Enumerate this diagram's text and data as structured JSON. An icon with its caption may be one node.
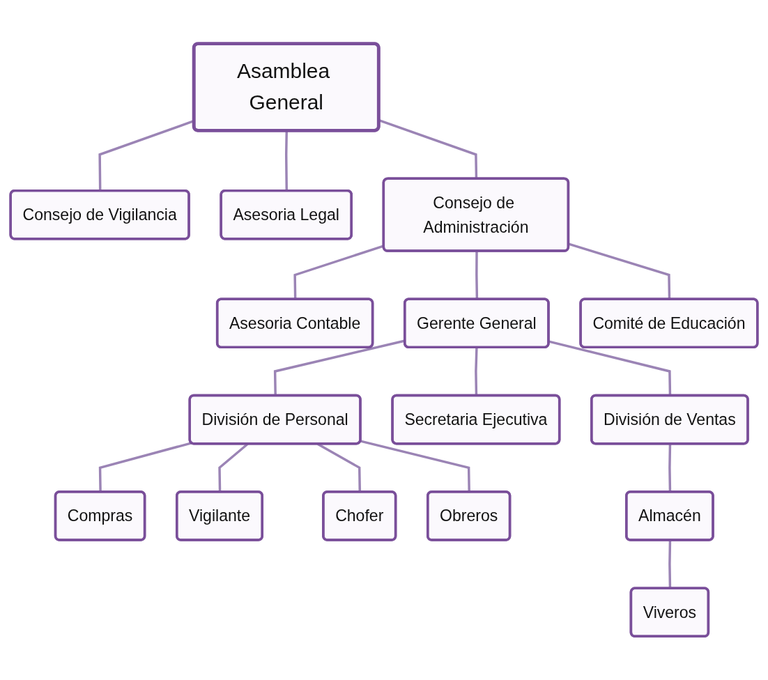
{
  "diagram": {
    "nodes": [
      {
        "text": [
          "Asamblea General"
        ]
      },
      {
        "text": [
          "Consejo de Vigilancia"
        ]
      },
      {
        "text": [
          "Asesoria Legal"
        ]
      },
      {
        "text": [
          "Consejo de Administración"
        ]
      },
      {
        "text": [
          "Asesoria Contable"
        ]
      },
      {
        "text": [
          "Gerente General"
        ]
      },
      {
        "text": [
          "Comité de Educación"
        ]
      },
      {
        "text": [
          "División de Personal"
        ]
      },
      {
        "text": [
          "Secretaria Ejecutiva"
        ]
      },
      {
        "text": [
          "División de Ventas"
        ]
      },
      {
        "text": [
          "Compras"
        ]
      },
      {
        "text": [
          "Vigilante"
        ]
      },
      {
        "text": [
          "Chofer"
        ]
      },
      {
        "text": [
          "Obreros"
        ]
      },
      {
        "text": [
          "Almacén"
        ]
      },
      {
        "text": [
          "Viveros"
        ]
      }
    ],
    "edges": [
      {
        "from": 0,
        "to": 1,
        "arrow": "none"
      },
      {
        "from": 0,
        "to": 2,
        "arrow": "none"
      },
      {
        "from": 0,
        "to": 3,
        "arrow": "none"
      },
      {
        "from": 3,
        "to": 4,
        "arrow": "none"
      },
      {
        "from": 3,
        "to": 5,
        "arrow": "none"
      },
      {
        "from": 3,
        "to": 6,
        "arrow": "none"
      },
      {
        "from": 5,
        "to": 7,
        "arrow": "none"
      },
      {
        "from": 5,
        "to": 8,
        "arrow": "none"
      },
      {
        "from": 5,
        "to": 9,
        "arrow": "none"
      },
      {
        "from": 7,
        "to": 10,
        "arrow": "none"
      },
      {
        "from": 7,
        "to": 11,
        "arrow": "none"
      },
      {
        "from": 7,
        "to": 12,
        "arrow": "none"
      },
      {
        "from": 7,
        "to": 13,
        "arrow": "none"
      },
      {
        "from": 9,
        "to": 14,
        "arrow": "none"
      },
      {
        "from": 14,
        "to": 15,
        "arrow": "none"
      }
    ]
  }
}
